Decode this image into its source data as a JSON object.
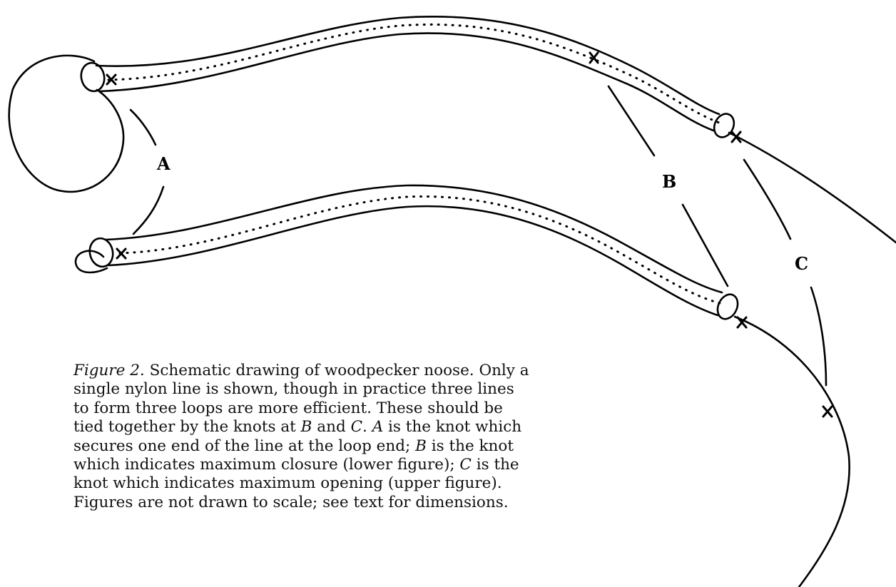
{
  "labels": {
    "a": "A",
    "b": "B",
    "c": "C"
  },
  "caption": {
    "figure": "Figure 2.",
    "seg1": " Schematic drawing of woodpecker noose. Only a single nylon line is shown, though in practice three lines to form three loops are more efficient. These should be tied together by the knots at ",
    "b1": "B",
    "and": " and ",
    "c1": "C",
    "dot": ". ",
    "a2": "A",
    "seg2": " is the knot which secures one end of the line at the loop end; ",
    "b2": "B",
    "seg3": " is the knot which indicates maximum closure (lower figure); ",
    "c2": "C",
    "seg4": " is the knot which indicates maximum opening (upper figure). Figures are not drawn to scale; see text for dimensions."
  }
}
